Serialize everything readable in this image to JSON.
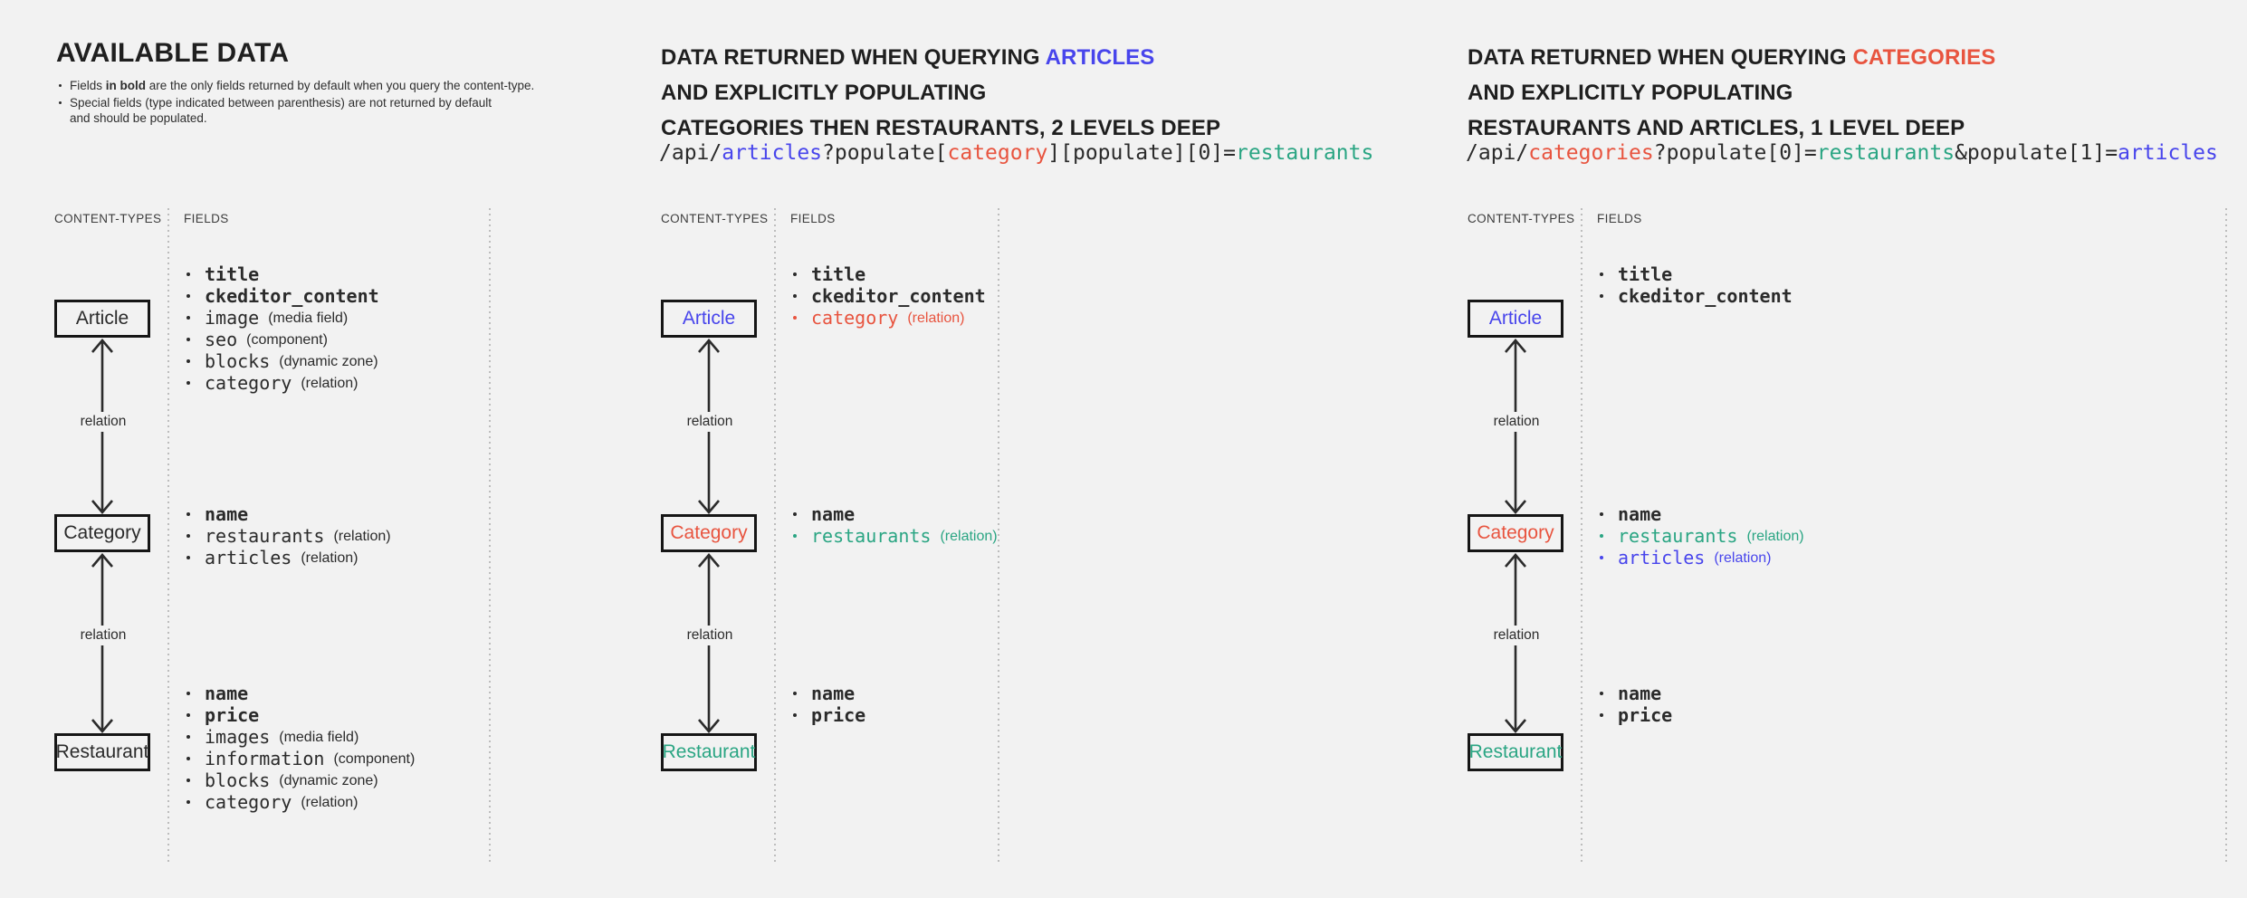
{
  "page": {
    "background": "#f2f2f2"
  },
  "colors": {
    "background": "#f2f2f2",
    "title": "#1f1f1f",
    "dark": "#2b2b2b",
    "muted": "#3d3d3d",
    "blue": "#4845ec",
    "red": "#e8543f",
    "teal": "#2aa583",
    "line": "#bdbdbd",
    "box_border": "#161616"
  },
  "labels": {
    "content_types": "CONTENT-TYPES",
    "fields": "FIELDS",
    "relation": "relation"
  },
  "columns": [
    {
      "title": "AVAILABLE DATA",
      "notes": {
        "n1_pre": "Fields ",
        "n1_bold": "in bold",
        "n1_post": " are the only fields returned by default when you query the content-type.",
        "n2_line1": "Special fields (type indicated between parenthesis) are not returned by default",
        "n2_line2": "and should be populated."
      },
      "entities": [
        {
          "label": "Article",
          "label_color": "dark",
          "fields": [
            {
              "name": "title",
              "bold": true
            },
            {
              "name": "ckeditor_content",
              "bold": true
            },
            {
              "name": "image",
              "note": "(media field)"
            },
            {
              "name": "seo",
              "note": "(component)"
            },
            {
              "name": "blocks",
              "note": "(dynamic zone)"
            },
            {
              "name": "category",
              "note": "(relation)"
            }
          ]
        },
        {
          "label": "Category",
          "label_color": "dark",
          "fields": [
            {
              "name": "name",
              "bold": true
            },
            {
              "name": "restaurants",
              "note": "(relation)"
            },
            {
              "name": "articles",
              "note": "(relation)"
            }
          ]
        },
        {
          "label": "Restaurant",
          "label_color": "dark",
          "fields": [
            {
              "name": "name",
              "bold": true
            },
            {
              "name": "price",
              "bold": true
            },
            {
              "name": "images",
              "note": "(media field)"
            },
            {
              "name": "information",
              "note": "(component)"
            },
            {
              "name": "blocks",
              "note": "(dynamic zone)"
            },
            {
              "name": "category",
              "note": "(relation)"
            }
          ]
        }
      ]
    },
    {
      "title_lines": [
        [
          "DATA RETURNED WHEN QUERYING ",
          "ARTICLES"
        ],
        [
          "AND EXPLICITLY POPULATING"
        ],
        [
          "CATEGORIES THEN RESTAURANTS, 2 LEVELS DEEP"
        ]
      ],
      "highlight_color": "blue",
      "url": [
        {
          "text": "/api/",
          "color": "dark"
        },
        {
          "text": "articles",
          "color": "blue"
        },
        {
          "text": "?populate[",
          "color": "dark"
        },
        {
          "text": "category",
          "color": "red"
        },
        {
          "text": "][populate][0]=",
          "color": "dark"
        },
        {
          "text": "restaurants",
          "color": "teal"
        }
      ],
      "entities": [
        {
          "label": "Article",
          "label_color": "blue",
          "fields": [
            {
              "name": "title",
              "bold": true
            },
            {
              "name": "ckeditor_content",
              "bold": true
            },
            {
              "name": "category",
              "note": "(relation)",
              "color": "red"
            }
          ]
        },
        {
          "label": "Category",
          "label_color": "red",
          "fields": [
            {
              "name": "name",
              "bold": true
            },
            {
              "name": "restaurants",
              "note": "(relation)",
              "color": "teal"
            }
          ]
        },
        {
          "label": "Restaurant",
          "label_color": "teal",
          "fields": [
            {
              "name": "name",
              "bold": true
            },
            {
              "name": "price",
              "bold": true
            }
          ]
        }
      ]
    },
    {
      "title_lines": [
        [
          "DATA RETURNED WHEN QUERYING ",
          "CATEGORIES"
        ],
        [
          "AND EXPLICITLY POPULATING"
        ],
        [
          "RESTAURANTS AND ARTICLES, 1 LEVEL DEEP"
        ]
      ],
      "highlight_color": "red",
      "url": [
        {
          "text": "/api/",
          "color": "dark"
        },
        {
          "text": "categories",
          "color": "red"
        },
        {
          "text": "?populate[0]=",
          "color": "dark"
        },
        {
          "text": "restaurants",
          "color": "teal"
        },
        {
          "text": "&populate[1]=",
          "color": "dark"
        },
        {
          "text": "articles",
          "color": "blue"
        }
      ],
      "entities": [
        {
          "label": "Article",
          "label_color": "blue",
          "fields": [
            {
              "name": "title",
              "bold": true
            },
            {
              "name": "ckeditor_content",
              "bold": true
            }
          ]
        },
        {
          "label": "Category",
          "label_color": "red",
          "fields": [
            {
              "name": "name",
              "bold": true
            },
            {
              "name": "restaurants",
              "note": "(relation)",
              "color": "teal"
            },
            {
              "name": "articles",
              "note": "(relation)",
              "color": "blue"
            }
          ]
        },
        {
          "label": "Restaurant",
          "label_color": "teal",
          "fields": [
            {
              "name": "name",
              "bold": true
            },
            {
              "name": "price",
              "bold": true
            }
          ]
        }
      ]
    }
  ]
}
